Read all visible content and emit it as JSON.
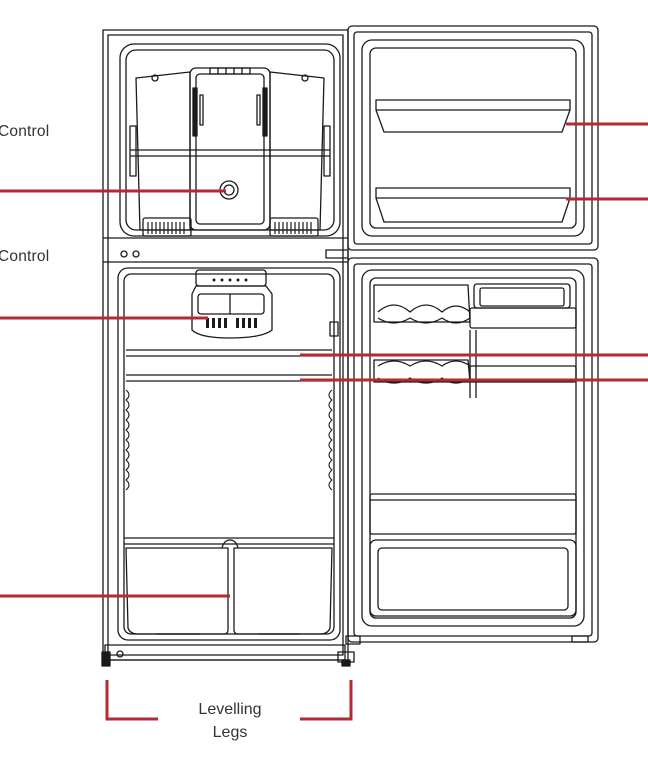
{
  "labels": {
    "freezer_temperature_control": "Control",
    "fridge_temperature_control": "Control",
    "levelling_legs_line1": "Levelling",
    "levelling_legs_line2": "Legs"
  },
  "colors": {
    "callout": "#b22a34",
    "outline": "#1a1a1a",
    "text": "#333333"
  }
}
